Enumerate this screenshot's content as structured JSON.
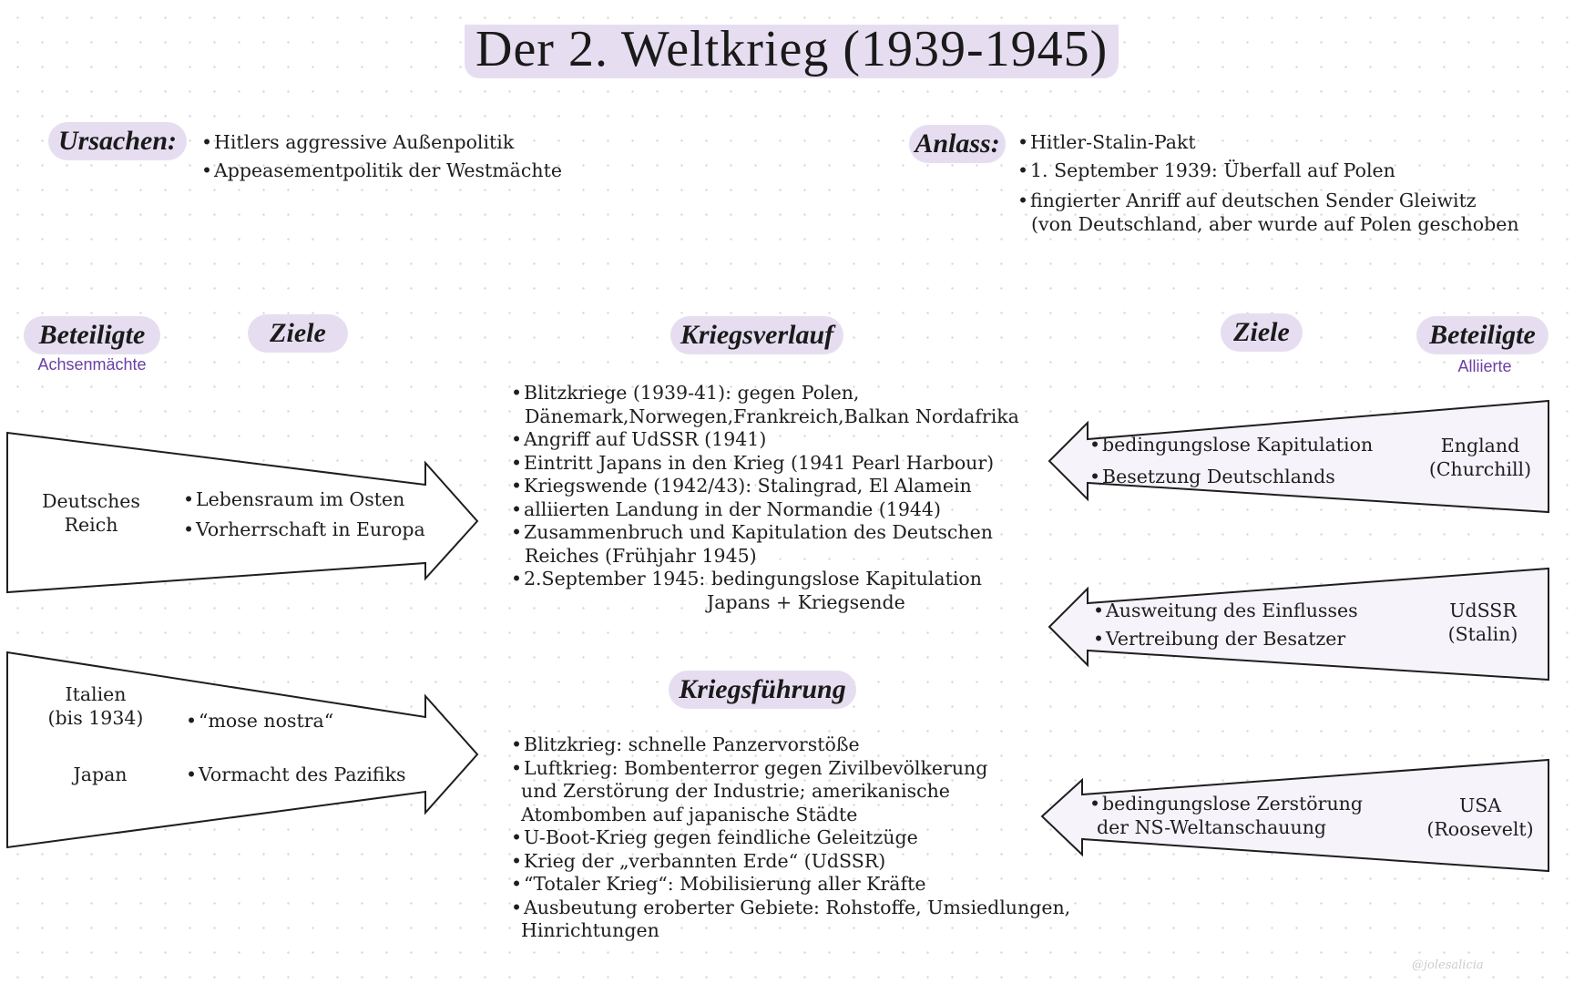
{
  "title": "Der 2. Weltkrieg (1939-1945)",
  "ursachen": {
    "label": "Ursachen:",
    "items": [
      "Hitlers aggressive Außenpolitik",
      "Appeasementpolitik der Westmächte"
    ]
  },
  "anlass": {
    "label": "Anlass:",
    "items": [
      "Hitler-Stalin-Pakt",
      "1. September 1939: Überfall auf Polen",
      "fingierter Anriff auf deutschen Sender Gleiwitz"
    ],
    "item3_cont": "(von Deutschland, aber wurde auf Polen geschoben"
  },
  "left": {
    "beteiligte_label": "Beteiligte",
    "beteiligte_sub": "Achsenmächte",
    "ziele_label": "Ziele",
    "arrow1": {
      "name1": "Deutsches",
      "name2": "Reich",
      "goals": [
        "Lebensraum im Osten",
        "Vorherrschaft in Europa"
      ]
    },
    "arrow2": {
      "name_italy1": "Italien",
      "name_italy2": "(bis 1934)",
      "name_japan": "Japan",
      "goal_italy": "“mose nostra“",
      "goal_japan": "Vormacht des Pazifiks"
    }
  },
  "right": {
    "beteiligte_label": "Beteiligte",
    "beteiligte_sub": "Alliierte",
    "ziele_label": "Ziele",
    "arrow1": {
      "name1": "England",
      "name2": "(Churchill)",
      "goals": [
        "bedingungslose Kapitulation",
        "Besetzung Deutschlands"
      ]
    },
    "arrow2": {
      "name1": "UdSSR",
      "name2": "(Stalin)",
      "goals": [
        "Ausweitung des Einflusses",
        "Vertreibung der Besatzer"
      ]
    },
    "arrow3": {
      "name1": "USA",
      "name2": "(Roosevelt)",
      "goal_line1": "bedingungslose Zerstörung",
      "goal_line2": "der NS-Weltanschauung"
    }
  },
  "kriegsverlauf": {
    "label": "Kriegsverlauf",
    "lines": [
      "Blitzkriege (1939-41): gegen Polen,",
      "Dänemark,Norwegen,Frankreich,Balkan Nordafrika",
      "Angriff auf UdSSR (1941)",
      "Eintritt Japans in den Krieg (1941 Pearl Harbour)",
      "Kriegswende (1942/43): Stalingrad, El Alamein",
      "alliierten Landung in der Normandie (1944)",
      "Zusammenbruch und Kapitulation des Deutschen",
      "Reiches (Frühjahr 1945)",
      "2.September 1945: bedingungslose Kapitulation",
      "Japans + Kriegsende"
    ]
  },
  "kriegsfuehrung": {
    "label": "Kriegsführung",
    "lines": [
      "Blitzkrieg: schnelle Panzervorstöße",
      "Luftkrieg: Bombenterror gegen Zivilbevölkerung",
      "und Zerstörung der Industrie; amerikanische",
      "Atombomben auf japanische Städte",
      "U-Boot-Krieg gegen feindliche Geleitzüge",
      "Krieg der „verbannten Erde“ (UdSSR)",
      "“Totaler Krieg“: Mobilisierung aller Kräfte",
      "Ausbeutung eroberter Gebiete: Rohstoffe, Umsiedlungen,",
      "Hinrichtungen"
    ]
  },
  "credit": "@jolesalicia",
  "colors": {
    "highlight": "#e6def0",
    "arrow_fill_right": "#f6f3fa",
    "accent_sub": "#6a3fa3",
    "ink": "#1e1e1e"
  }
}
